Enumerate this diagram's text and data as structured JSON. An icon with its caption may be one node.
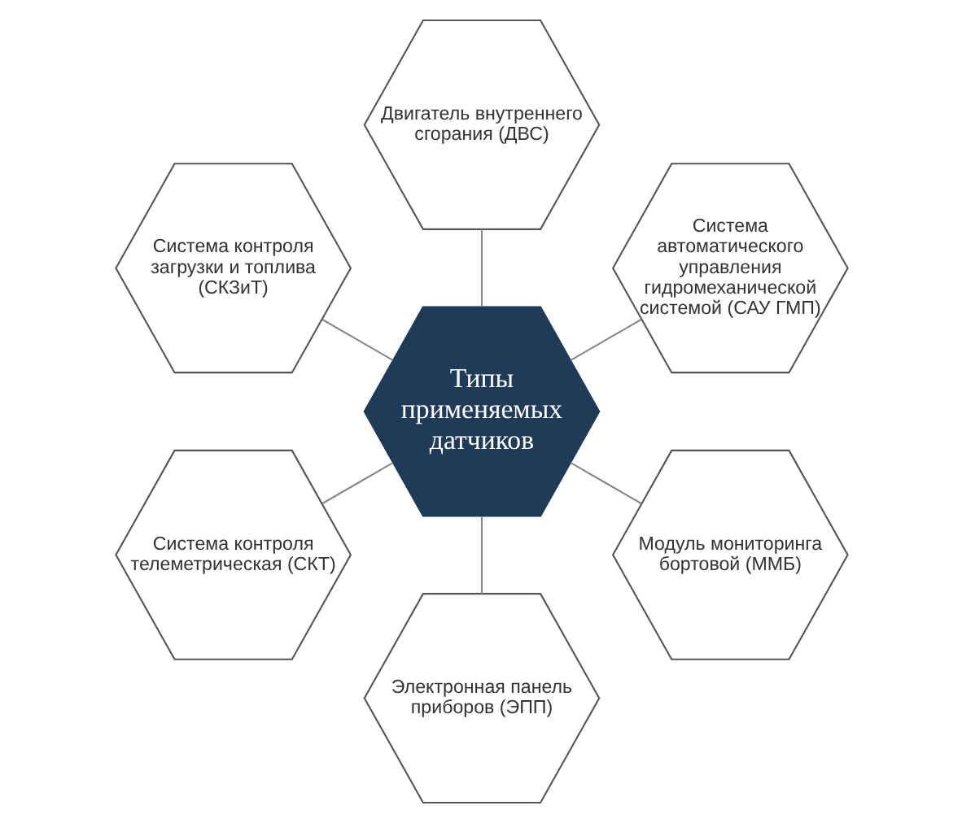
{
  "diagram": {
    "nodes": [
      {
        "text": [
          "Система автоматического управления гидромеханической системой (САУ ГМП)"
        ]
      },
      {
        "text": [
          "Двигатель внутреннего сгорания (ДВС)"
        ]
      },
      {
        "text": [
          "Система контроля загрузки и топлива (СКЗиТ)"
        ]
      },
      {
        "text": [
          "Типы применяемых датчиков"
        ]
      },
      {
        "text": [
          "Система контроля телеметрическая (СКТ)"
        ]
      },
      {
        "text": [
          "Электронная панель приборов (ЭПП)"
        ]
      },
      {
        "text": [
          "Модуль мониторинга бортовой (ММБ)"
        ]
      }
    ],
    "edges": [
      {
        "from": 3,
        "to": 0,
        "arrow": "none"
      },
      {
        "from": 3,
        "to": 1,
        "arrow": "none"
      },
      {
        "from": 3,
        "to": 2,
        "arrow": "none"
      },
      {
        "from": 3,
        "to": 4,
        "arrow": "none"
      },
      {
        "from": 3,
        "to": 5,
        "arrow": "none"
      },
      {
        "from": 3,
        "to": 6,
        "arrow": "none"
      }
    ]
  }
}
